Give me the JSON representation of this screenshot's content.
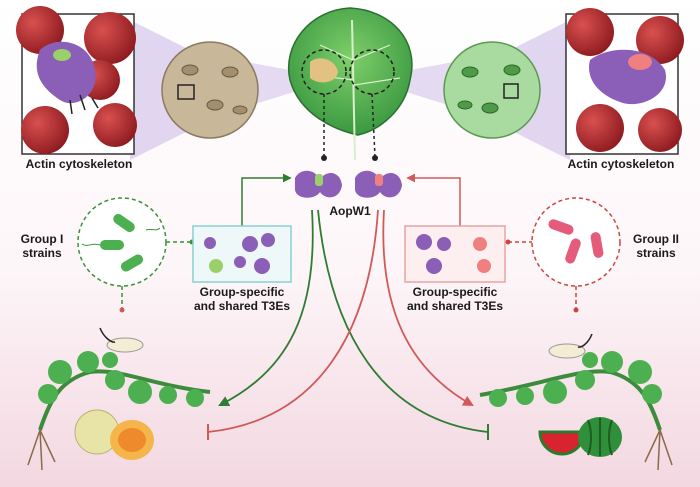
{
  "labels": {
    "actin_left": "Actin cytoskeleton",
    "actin_right": "Actin cytoskeleton",
    "aopw1": "AopW1",
    "group1_line1": "Group I",
    "group1_line2": "strains",
    "group2_line1": "Group II",
    "group2_line2": "strains",
    "t3e_left_line1": "Group-specific",
    "t3e_left_line2": "and shared T3Es",
    "t3e_right_line1": "Group-specific",
    "t3e_right_line2": "and shared T3Es"
  },
  "colors": {
    "group1_accent": "#2e7d32",
    "group2_accent": "#d05a5a",
    "effector_purple": "#8b5fb8",
    "effector_green": "#9ad06a",
    "effector_red": "#f08080"
  }
}
